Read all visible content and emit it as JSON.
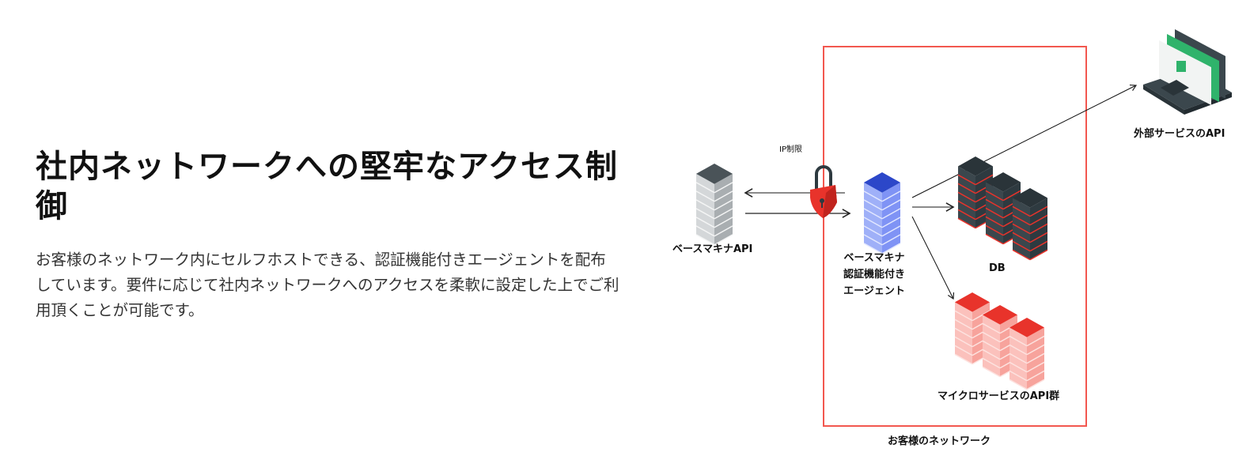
{
  "heading": "社内ネットワークへの堅牢なアクセス制御",
  "description": "お客様のネットワーク内にセルフホストできる、認証機能付きエージェントを配布しています。要件に応じて社内ネットワークへのアクセスを柔軟に設定した上でご利用頂くことが可能です。",
  "diagram": {
    "ip_restriction_label": "IP制限",
    "base_api_label": "ベースマキナAPI",
    "agent_label_lines": [
      "ベースマキナ",
      "認証機能付き",
      "エージェント"
    ],
    "db_label": "DB",
    "external_api_label": "外部サービスのAPI",
    "microservices_label": "マイクロサービスのAPI群",
    "network_label": "お客様のネットワーク",
    "colors": {
      "network_border": "#f2574f",
      "agent": "#7f93f5",
      "base_server": "#bfc3c6",
      "db": "#2e3a40",
      "micro": "#f7a39c",
      "lock": "#e8332b",
      "laptop_screen": "#2fb36b"
    }
  }
}
